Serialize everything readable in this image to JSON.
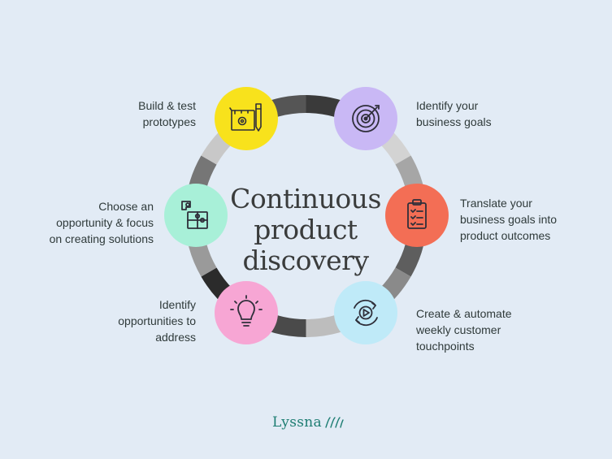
{
  "title": "Continuous\nproduct\ndiscovery",
  "ring_colors": [
    "#3a3a3a",
    "#d3d3d3",
    "#a6a6a6",
    "#5e5e5e",
    "#8a8a8a",
    "#bdbdbd",
    "#4a4a4a",
    "#2b2b2b",
    "#9a9a9a",
    "#767676",
    "#c8c8c8",
    "#555555"
  ],
  "steps": [
    {
      "label": "Identify your\nbusiness goals",
      "color": "#c9b8f5",
      "icon": "target-icon"
    },
    {
      "label": "Translate your\nbusiness goals into\nproduct outcomes",
      "color": "#f36e55",
      "icon": "clipboard-checklist-icon"
    },
    {
      "label": "Create & automate\nweekly customer\ntouchpoints",
      "color": "#bfeaf8",
      "icon": "cycle-play-icon"
    },
    {
      "label": "Identify\nopportunities to\naddress",
      "color": "#f7a6d4",
      "icon": "lightbulb-icon"
    },
    {
      "label": "Choose an\nopportunity & focus\non creating solutions",
      "color": "#a8f0d8",
      "icon": "puzzle-icon"
    },
    {
      "label": "Build & test\nprototypes",
      "color": "#f8e21c",
      "icon": "blueprint-icon"
    }
  ],
  "logo": {
    "text": "Lyssna",
    "color": "#1d7d72"
  }
}
